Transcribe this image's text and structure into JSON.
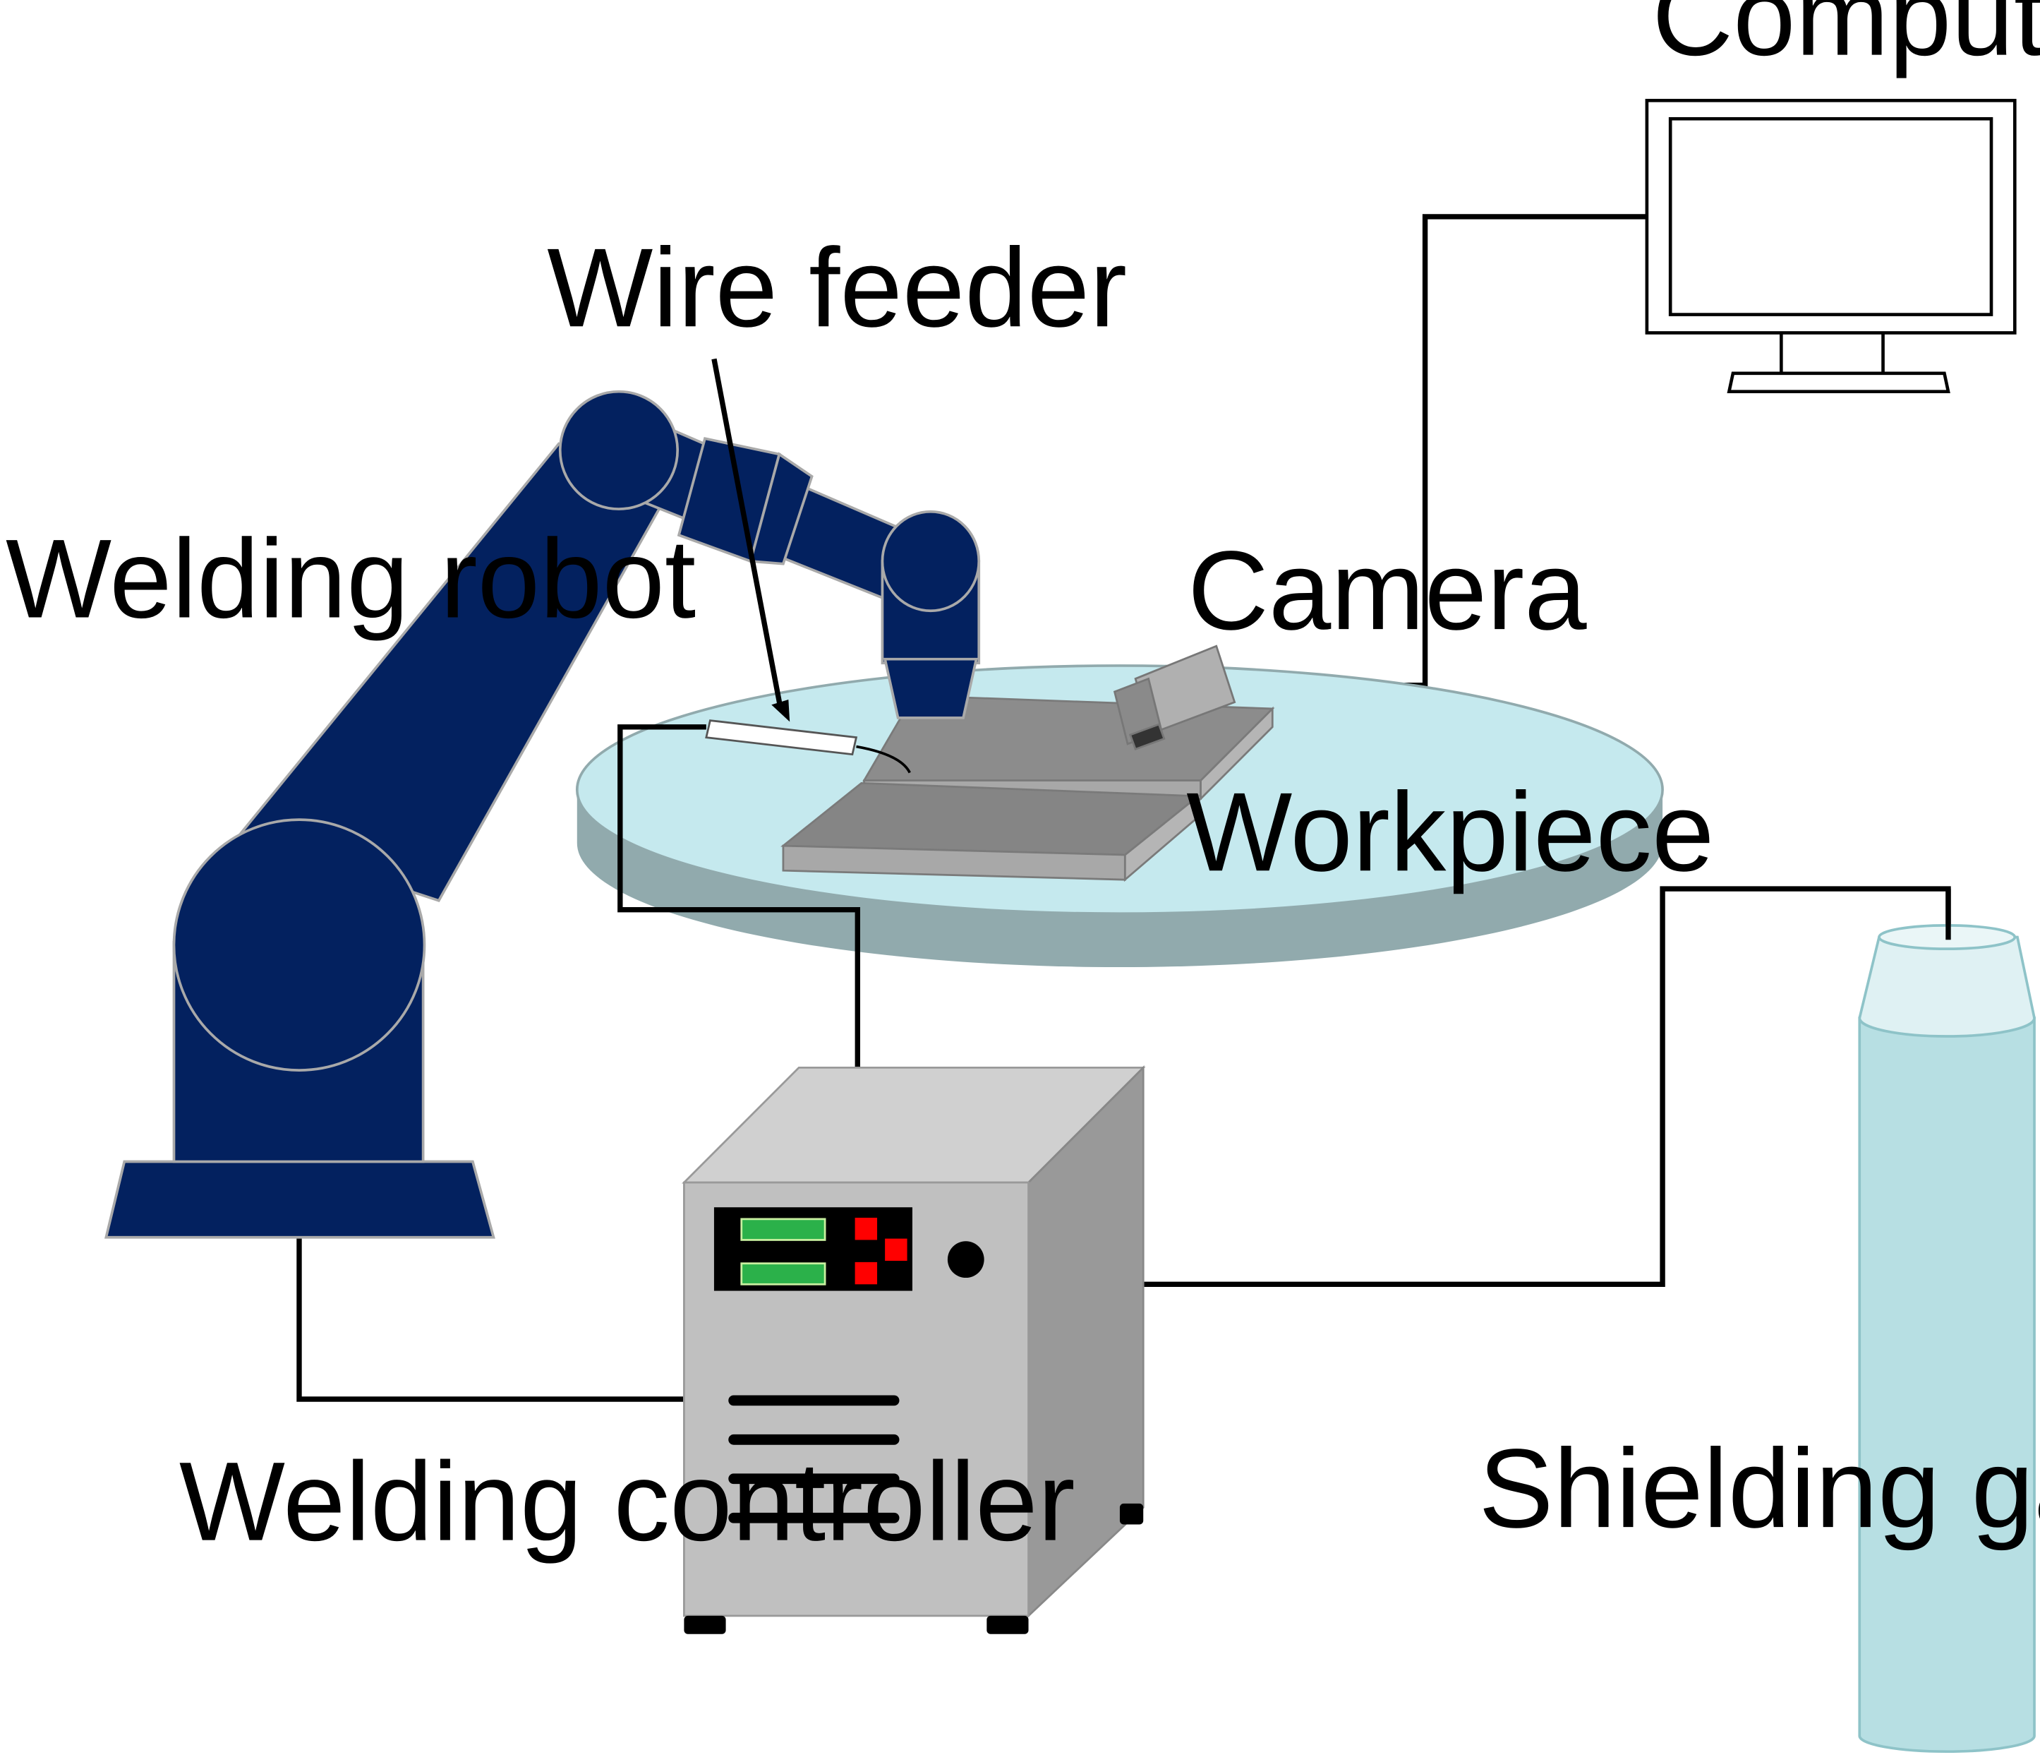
{
  "labels": {
    "computer": "Computer",
    "wire_feeder": "Wire feeder",
    "welding_robot": "Welding robot",
    "camera": "Camera",
    "workpiece": "Workpiece",
    "welding_controller": "Welding controller",
    "shielding_gas": "Shielding gas"
  },
  "colors": {
    "robot": "#03215f",
    "robot_outline": "#a9a9a9",
    "table_top": "#c5e9ee",
    "table_side": "#91aaad",
    "workpiece_top": "#8b8b8b",
    "workpiece_side": "#b0b0b0",
    "controller_front": "#c0c0c0",
    "controller_top": "#d0d0d0",
    "controller_side": "#999999",
    "display_bg": "#000000",
    "display_bar": "#2bb14a",
    "display_led": "#ff0000",
    "gas_cylinder": "#b7dfe3",
    "cable": "#000000",
    "monitor_outline": "#000000"
  },
  "icons": [
    "welding-robot-icon",
    "computer-monitor-icon",
    "camera-icon",
    "wire-feeder-torch-icon",
    "welding-controller-icon",
    "gas-cylinder-icon",
    "rotary-table-icon",
    "workpiece-plate-icon"
  ]
}
